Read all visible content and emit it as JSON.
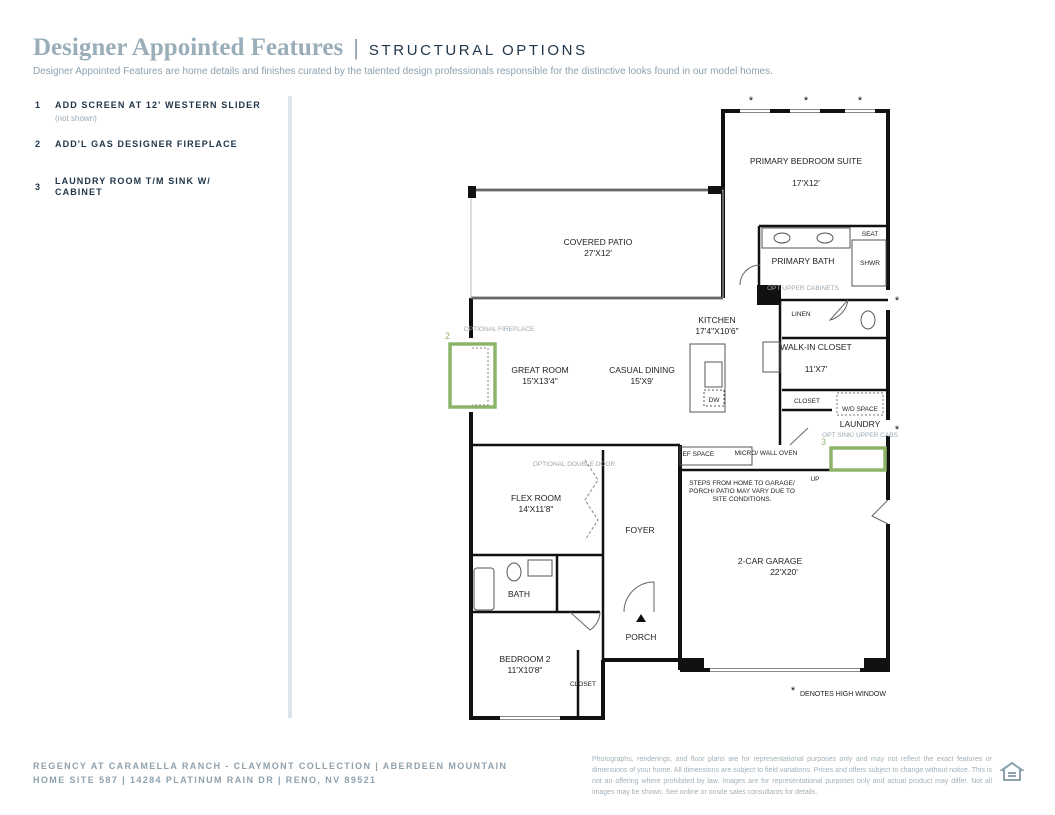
{
  "header": {
    "title": "Designer Appointed Features",
    "separator": "|",
    "section": "STRUCTURAL OPTIONS",
    "subtitle": "Designer Appointed Features are home details and finishes curated by the talented design professionals responsible for the distinctive looks found in our model homes."
  },
  "features": [
    {
      "num": "1",
      "label": "ADD SCREEN AT 12' WESTERN SLIDER",
      "note": "(not shown)"
    },
    {
      "num": "2",
      "label": "ADD'L GAS DESIGNER FIREPLACE",
      "note": ""
    },
    {
      "num": "3",
      "label": "LAUNDRY ROOM T/M SINK W/ CABINET",
      "note": ""
    }
  ],
  "plan": {
    "rooms": {
      "primary_bedroom": {
        "name": "PRIMARY BEDROOM SUITE",
        "size": "17'X12'"
      },
      "covered_patio": {
        "name": "COVERED PATIO",
        "size": "27'X12'"
      },
      "primary_bath": {
        "name": "PRIMARY BATH"
      },
      "seat": "SEAT",
      "shwr": "SHWR",
      "opt_upper_cabinets": "OPT UPPER CABINETS",
      "linen": "LINEN",
      "kitchen": {
        "name": "KITCHEN",
        "size": "17'4\"X10'6\""
      },
      "walk_in_closet": {
        "name": "WALK-IN CLOSET",
        "size": "11'X7'"
      },
      "optional_fireplace": "OPTIONAL FIREPLACE",
      "great_room": {
        "name": "GREAT ROOM",
        "size": "15'X13'4\""
      },
      "casual_dining": {
        "name": "CASUAL DINING",
        "size": "15'X9'"
      },
      "dw": "DW",
      "closet": "CLOSET",
      "wd_space": "W/D SPACE",
      "laundry": "LAUNDRY",
      "opt_sink": "OPT SINK/ UPPER CABS",
      "micro_wall_oven": "MICRO/ WALL OVEN",
      "ref_space": "REF SPACE",
      "up": "UP",
      "optional_double_door": "OPTIONAL DOUBLE DOOR",
      "flex_room": {
        "name": "FLEX ROOM",
        "size": "14'X11'8\""
      },
      "foyer": "FOYER",
      "steps_note": "STEPS FROM HOME TO GARAGE/ PORCH/ PATIO MAY VARY DUE TO SITE CONDITIONS.",
      "garage": {
        "name": "2-CAR GARAGE",
        "size": "22'X20'"
      },
      "bath": "BATH",
      "porch": "PORCH",
      "bedroom2": {
        "name": "BEDROOM 2",
        "size": "11'X10'8\""
      },
      "closet2": "CLOSET",
      "denotes": "DENOTES HIGH WINDOW",
      "asterisk": "*",
      "callout2": "2",
      "callout3": "3"
    }
  },
  "footer": {
    "line1": "REGENCY AT CARAMELLA RANCH - CLAYMONT COLLECTION  |  ABERDEEN MOUNTAIN",
    "line2": "HOME SITE 587  |  14284 PLATINUM RAIN DR  |  RENO, NV 89521",
    "disclaimer": "Photographs, renderings, and floor plans are for representational purposes only and may not reflect the exact features or dimensions of your home. All dimensions are subject to field variations. Prices and offers subject to change without notice. This is not an offering where prohibited by law. Images are for representational purposes only and actual product may differ. Not all images may be shown. See online or onsite sales consultants for details."
  },
  "colors": {
    "accent_green": "#8db56a",
    "title_gray": "#9aaeb9",
    "navy": "#21364a"
  }
}
